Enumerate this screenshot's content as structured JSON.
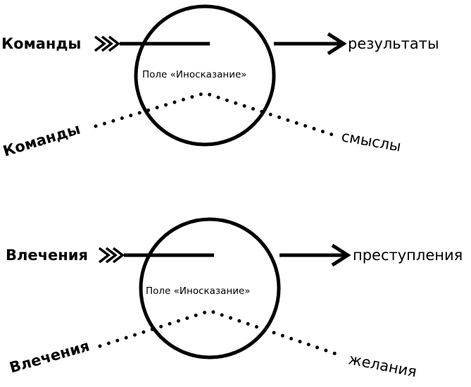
{
  "diagrams": [
    {
      "input_label": "Команды",
      "output_label": "результаты",
      "field_label": "Поле «Иносказание»",
      "lower_input_label": "Команды",
      "lower_output_label": "смыслы"
    },
    {
      "input_label": "Влечения",
      "output_label": "преступления",
      "field_label": "Поле «Иносказание»",
      "lower_input_label": "Влечения",
      "lower_output_label": "желания"
    }
  ]
}
